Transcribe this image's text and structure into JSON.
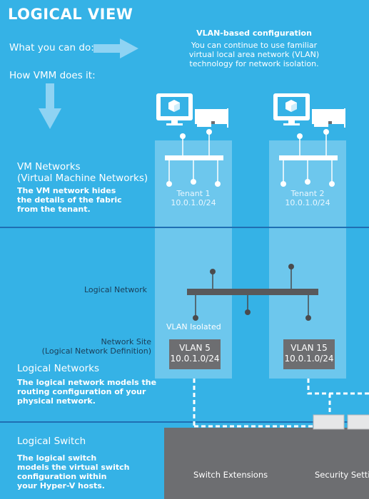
{
  "header": {
    "title": "LOGICAL VIEW",
    "what_you_can_do": "What you can do:",
    "how_vmm_does_it": "How VMM does it:"
  },
  "config": {
    "heading": "VLAN-based configuration",
    "body_line1": "You can continue to use familiar",
    "body_line2": "virtual local area network (VLAN)",
    "body_line3": "technology for network isolation."
  },
  "vm_networks": {
    "title_line1": "VM Networks",
    "title_line2": "(Virtual Machine Networks)",
    "desc_line1": "The VM network hides",
    "desc_line2": "the details of the fabric",
    "desc_line3": "from the tenant."
  },
  "tenants": [
    {
      "name": "Tenant 1",
      "subnet": "10.0.1.0/24"
    },
    {
      "name": "Tenant 2",
      "subnet": "10.0.1.0/24"
    }
  ],
  "logical_network": {
    "label": "Logical Network",
    "vlan_isolated": "VLAN Isolated",
    "site_line1": "Network Site",
    "site_line2": "(Logical Network Definition)"
  },
  "vlans": [
    {
      "name": "VLAN 5",
      "subnet": "10.0.1.0/24"
    },
    {
      "name": "VLAN 15",
      "subnet": "10.0.1.0/24"
    }
  ],
  "logical_networks": {
    "title": "Logical Networks",
    "desc_line1": "The logical network models the",
    "desc_line2": "routing configuration of your",
    "desc_line3": "physical network."
  },
  "logical_switch": {
    "title": "Logical Switch",
    "desc_line1": "The logical switch",
    "desc_line2": "models the virtual switch",
    "desc_line3": "configuration within",
    "desc_line4": "your Hyper-V hosts.",
    "ext1": "Switch Extensions",
    "ext2": "Security Settings"
  },
  "colors": {
    "background": "#35b2e6",
    "divider": "#1f6fb3",
    "dark_gray": "#6d6e71",
    "white": "#ffffff"
  }
}
